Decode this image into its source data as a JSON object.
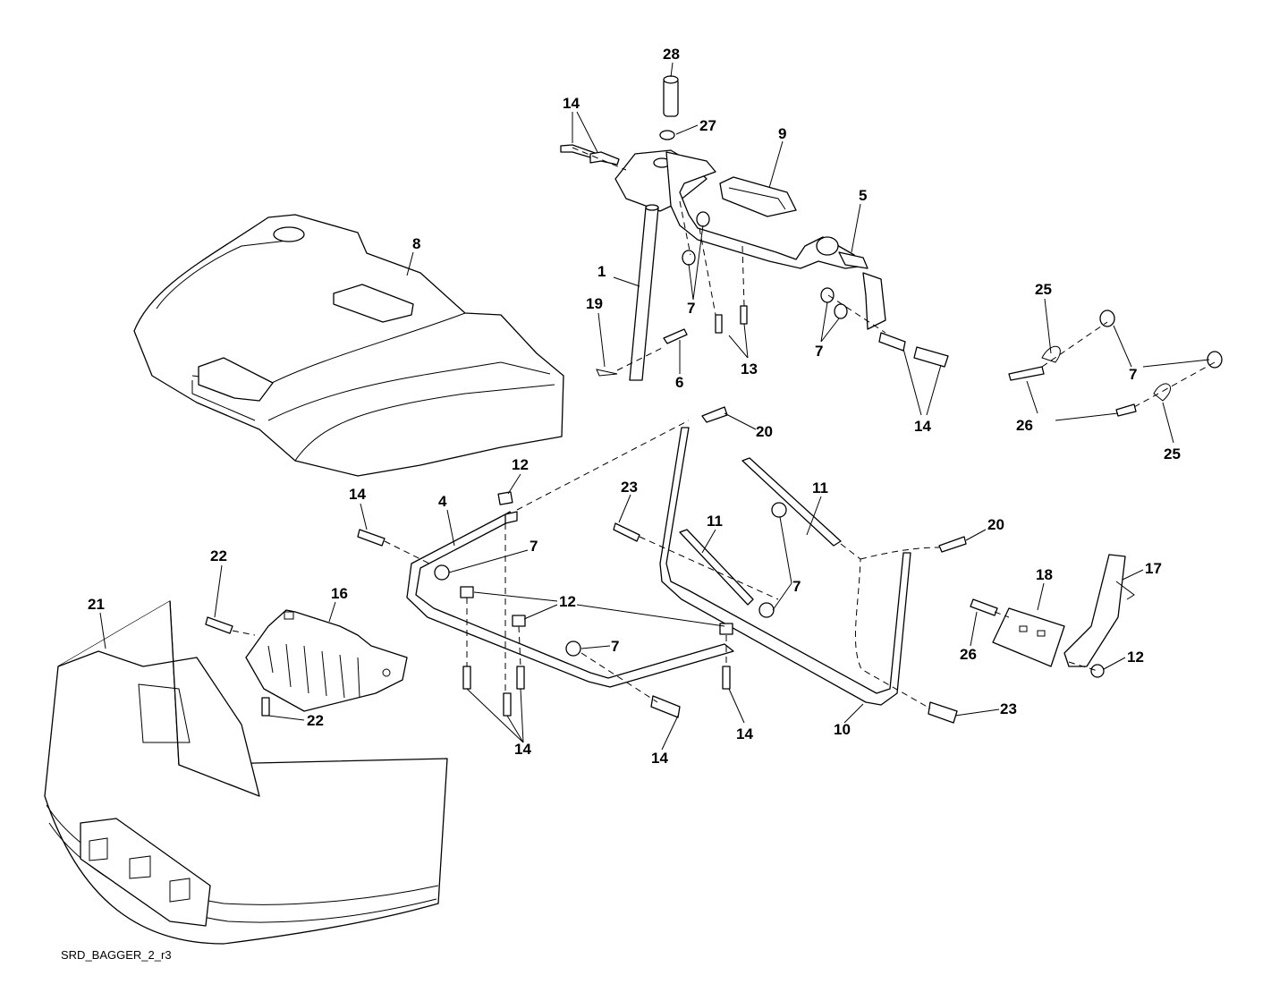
{
  "drawing_code": "SRD_BAGGER_2_r3",
  "callouts": {
    "c28": "28",
    "c27": "27",
    "c14_top": "14",
    "c9": "9",
    "c8": "8",
    "c5": "5",
    "c1": "1",
    "c19": "19",
    "c7_a": "7",
    "c6": "6",
    "c13": "13",
    "c7_b": "7",
    "c14_right": "14",
    "c25_top": "25",
    "c7_far": "7",
    "c26_far": "26",
    "c25_bot": "25",
    "c20_top": "20",
    "c12_top": "12",
    "c14_left": "14",
    "c4": "4",
    "c23_top": "23",
    "c11_a": "11",
    "c11_b": "11",
    "c7_c": "7",
    "c20_right": "20",
    "c7_d": "7",
    "c12_mid": "12",
    "c7_e": "7",
    "c22_top": "22",
    "c16": "16",
    "c21": "21",
    "c22_bot": "22",
    "c14_b1": "14",
    "c14_b2": "14",
    "c14_b3": "14",
    "c10": "10",
    "c23_bot": "23",
    "c18": "18",
    "c17": "17",
    "c26_br": "26",
    "c12_br": "12"
  }
}
